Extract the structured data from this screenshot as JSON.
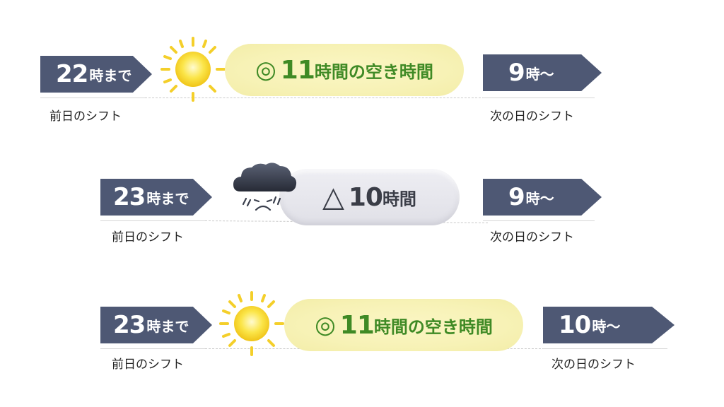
{
  "rows": [
    {
      "prev_time": "22",
      "prev_suffix": "時まで",
      "prev_label": "前日のシフト",
      "badge_mark": "◎",
      "badge_num": "11",
      "badge_text": "時間",
      "badge_text2": "の空き時間",
      "weather_icon": "sun-icon",
      "next_time": "9",
      "next_suffix": "時～",
      "next_label": "次の日のシフト"
    },
    {
      "prev_time": "23",
      "prev_suffix": "時まで",
      "prev_label": "前日のシフト",
      "badge_mark": "△",
      "badge_num": "10",
      "badge_text": "時間",
      "badge_text2": "",
      "weather_icon": "rain-cloud-icon",
      "next_time": "9",
      "next_suffix": "時～",
      "next_label": "次の日のシフト"
    },
    {
      "prev_time": "23",
      "prev_suffix": "時まで",
      "prev_label": "前日のシフト",
      "badge_mark": "◎",
      "badge_num": "11",
      "badge_text": "時間",
      "badge_text2": "の空き時間",
      "weather_icon": "sun-icon",
      "next_time": "10",
      "next_suffix": "時～",
      "next_label": "次の日のシフト"
    }
  ],
  "colors": {
    "arrow": "#4e5874",
    "good_text": "#3f8a25",
    "good_pill": "#f7f2b6",
    "bad_pill": "#e4e4ea",
    "bad_text": "#3a3d47",
    "sun": "#f5d21f"
  }
}
